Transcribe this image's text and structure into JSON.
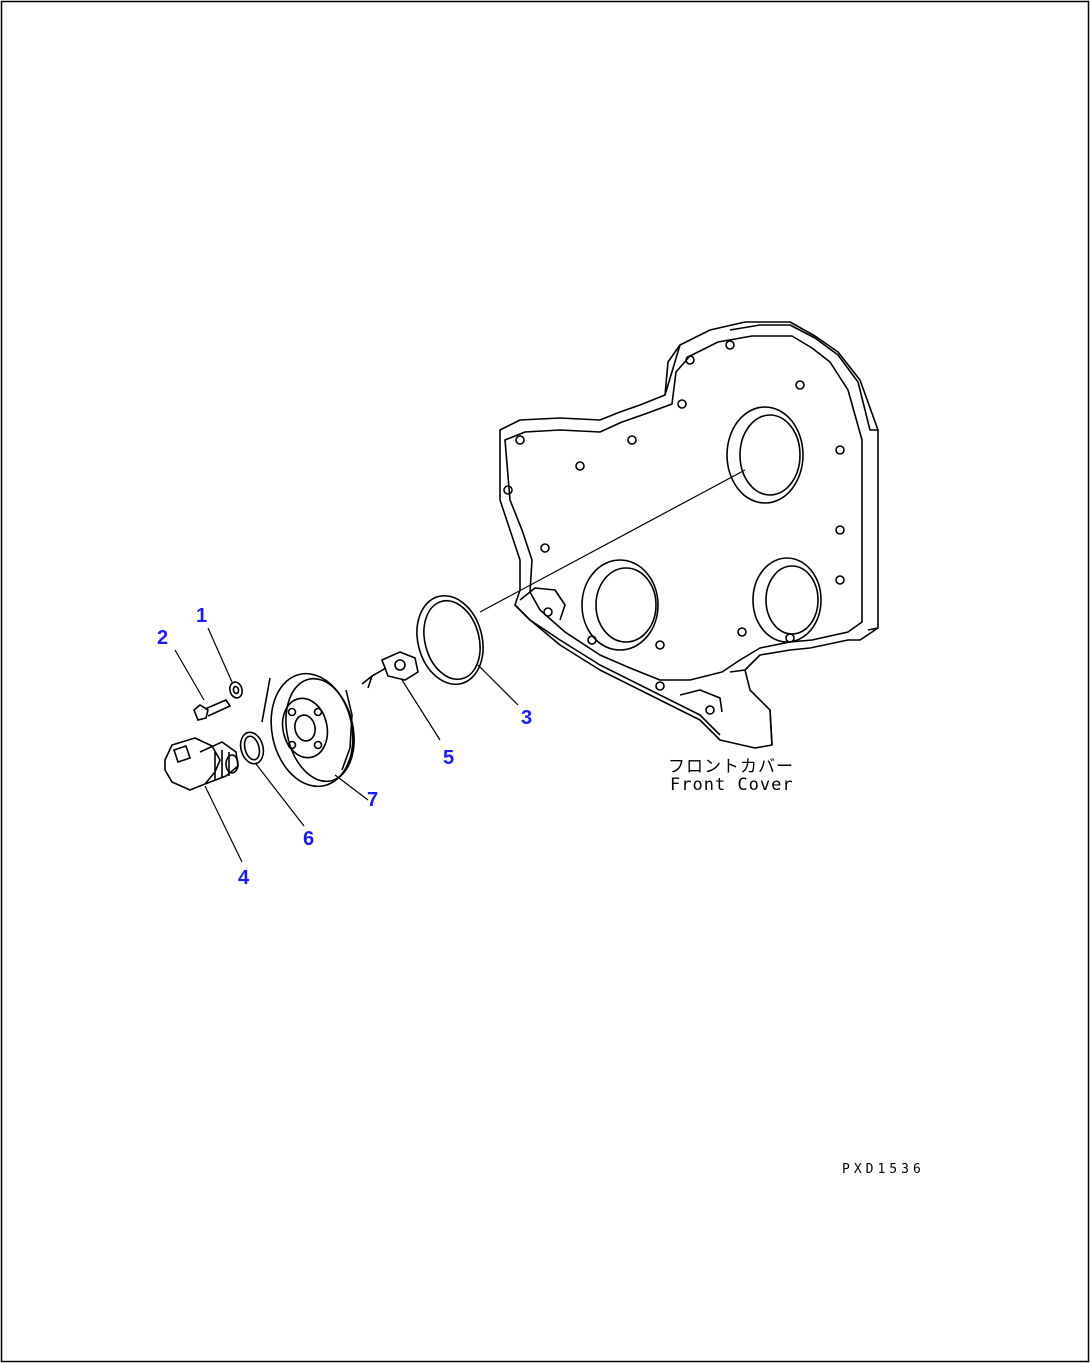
{
  "callouts": [
    {
      "id": "1",
      "text": "1"
    },
    {
      "id": "2",
      "text": "2"
    },
    {
      "id": "3",
      "text": "3"
    },
    {
      "id": "4",
      "text": "4"
    },
    {
      "id": "5",
      "text": "5"
    },
    {
      "id": "6",
      "text": "6"
    },
    {
      "id": "7",
      "text": "7"
    }
  ],
  "labels": {
    "front_cover_jp": "フロントカバー",
    "front_cover_en": "Front Cover"
  },
  "drawing_code": "PXD1536",
  "colors": {
    "callout": "#1a1aff",
    "line": "#000000",
    "background": "#ffffff"
  }
}
